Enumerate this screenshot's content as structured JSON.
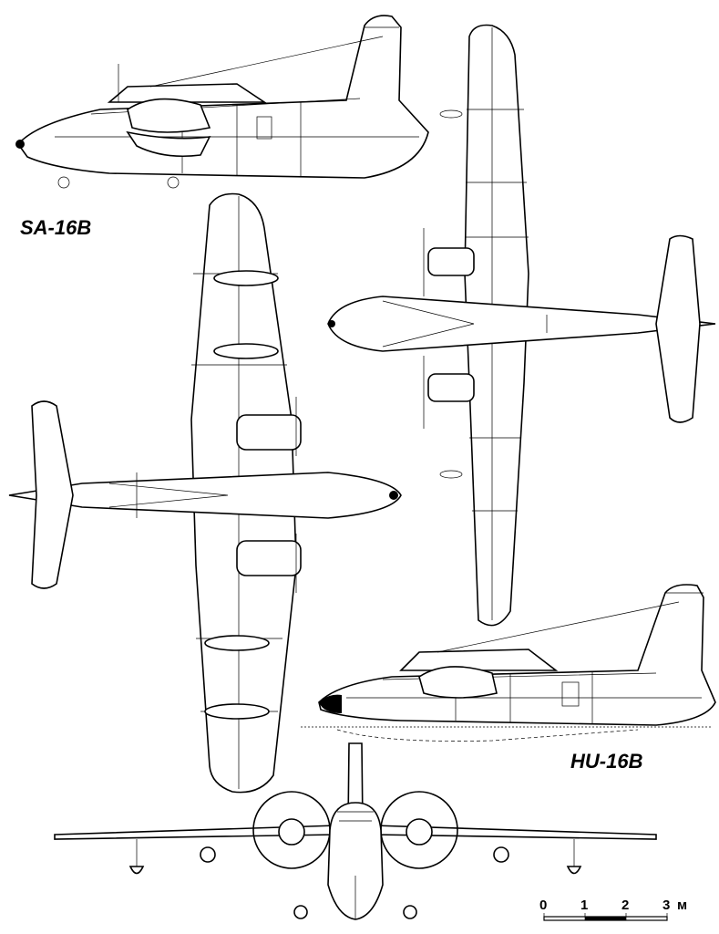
{
  "labels": {
    "top_variant": "SA-16B",
    "bottom_variant": "HU-16B"
  },
  "scale": {
    "ticks": [
      "0",
      "1",
      "2",
      "3"
    ],
    "unit": "м"
  }
}
